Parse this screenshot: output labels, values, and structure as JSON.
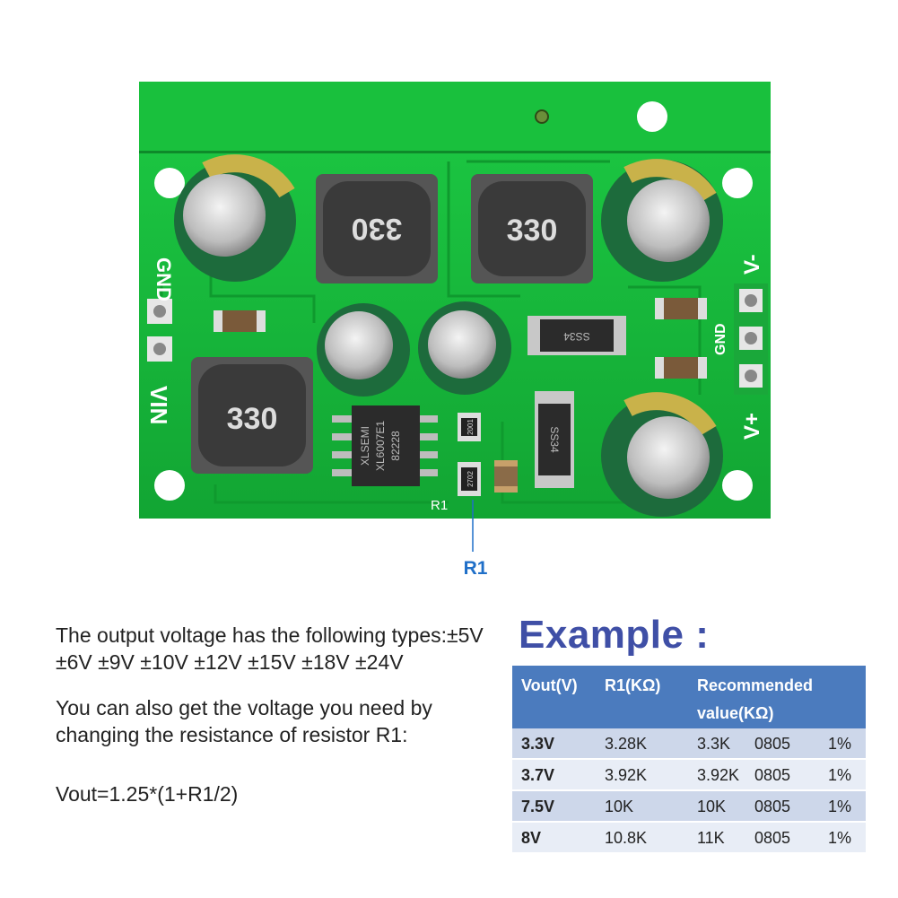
{
  "board": {
    "labels": {
      "gnd_left": "GND",
      "vin": "VIN",
      "v_minus": "V-",
      "gnd_right": "GND",
      "v_plus": "V+",
      "r1_silk": "R1"
    },
    "inductors": [
      "330",
      "330",
      "330"
    ],
    "chip": {
      "line1": "XLSEMI",
      "line2": "XL6007E1",
      "line3": "82228"
    },
    "resistor_codes": [
      "2001",
      "2702"
    ],
    "diodes": [
      "SS34",
      "SS34"
    ],
    "colors": {
      "pcb": "#16b93a",
      "pcb_dark": "#0e8a2a",
      "cap_body": "#1d6b3c",
      "cap_stripe": "#c9b24a",
      "inductor": "#3a3a3a"
    }
  },
  "callout": {
    "label": "R1",
    "color": "#1f6fc8"
  },
  "description": {
    "para1": "The output voltage has the following types:±5V ±6V ±9V ±10V ±12V ±15V ±18V ±24V",
    "para2": "You can also get  the voltage you need by changing the resistance of resistor R1:",
    "formula": "Vout=1.25*(1+R1/2)"
  },
  "example": {
    "title": "Example :",
    "headers": {
      "vout": "Vout(V)",
      "r1": "R1(KΩ)",
      "recommended_line1": "Recommended",
      "recommended_line2": "value(KΩ)"
    },
    "rows": [
      {
        "vout": "3.3V",
        "r1": "3.28K",
        "value": "3.3K",
        "package": "0805",
        "tolerance": "1%"
      },
      {
        "vout": "3.7V",
        "r1": "3.92K",
        "value": "3.92K",
        "package": "0805",
        "tolerance": "1%"
      },
      {
        "vout": "7.5V",
        "r1": "10K",
        "value": "10K",
        "package": "0805",
        "tolerance": "1%"
      },
      {
        "vout": "8V",
        "r1": "10.8K",
        "value": "11K",
        "package": "0805",
        "tolerance": "1%"
      }
    ],
    "colors": {
      "header": "#4b7bbe",
      "title": "#3f4fa6"
    }
  }
}
